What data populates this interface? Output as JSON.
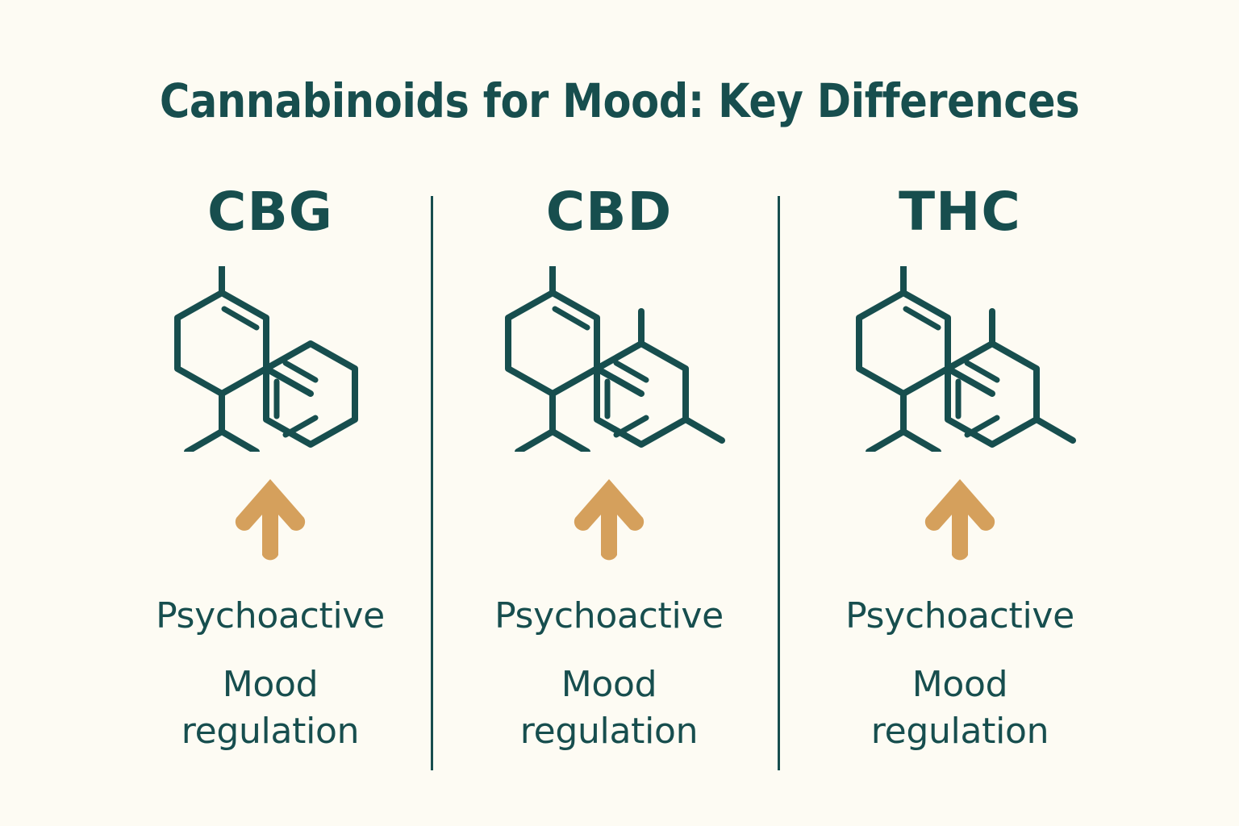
{
  "page": {
    "title": "Cannabinoids for Mood: Key Differences",
    "background_color": "#FDFBF3",
    "ink_color": "#174E4E",
    "accent_color": "#D5A05C"
  },
  "columns": [
    {
      "heading": "CBG",
      "molecule_icon": "cbg-molecule-icon",
      "arrow_icon": "up-arrow-icon",
      "effect": "Psychoactive",
      "benefit": "Mood\nregulation"
    },
    {
      "heading": "CBD",
      "molecule_icon": "cbd-molecule-icon",
      "arrow_icon": "up-arrow-icon",
      "effect": "Psychoactive",
      "benefit": "Mood\nregulation"
    },
    {
      "heading": "THC",
      "molecule_icon": "thc-molecule-icon",
      "arrow_icon": "up-arrow-icon",
      "effect": "Psychoactive",
      "benefit": "Mood\nregulation"
    }
  ]
}
